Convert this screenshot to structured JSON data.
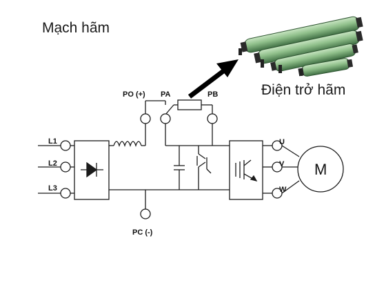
{
  "title": "Mạch hãm",
  "resistor_label": "Điện trở hãm",
  "terminals": {
    "po": "PO (+)",
    "pa": "PA",
    "pb": "PB",
    "pc": "PC (-)",
    "l1": "L1",
    "l2": "L2",
    "l3": "L3",
    "u": "U",
    "v": "V",
    "w": "W"
  },
  "motor_label": "M",
  "colors": {
    "line": "#1a1a1a",
    "resistor_green": "#8fbf8a",
    "resistor_dark": "#3f6e43",
    "arrow": "#000000"
  },
  "icons": {
    "rectifier": "diode-icon",
    "igbt": "transistor-icon",
    "motor": "motor-icon",
    "resistors": "braking-resistor-image"
  }
}
